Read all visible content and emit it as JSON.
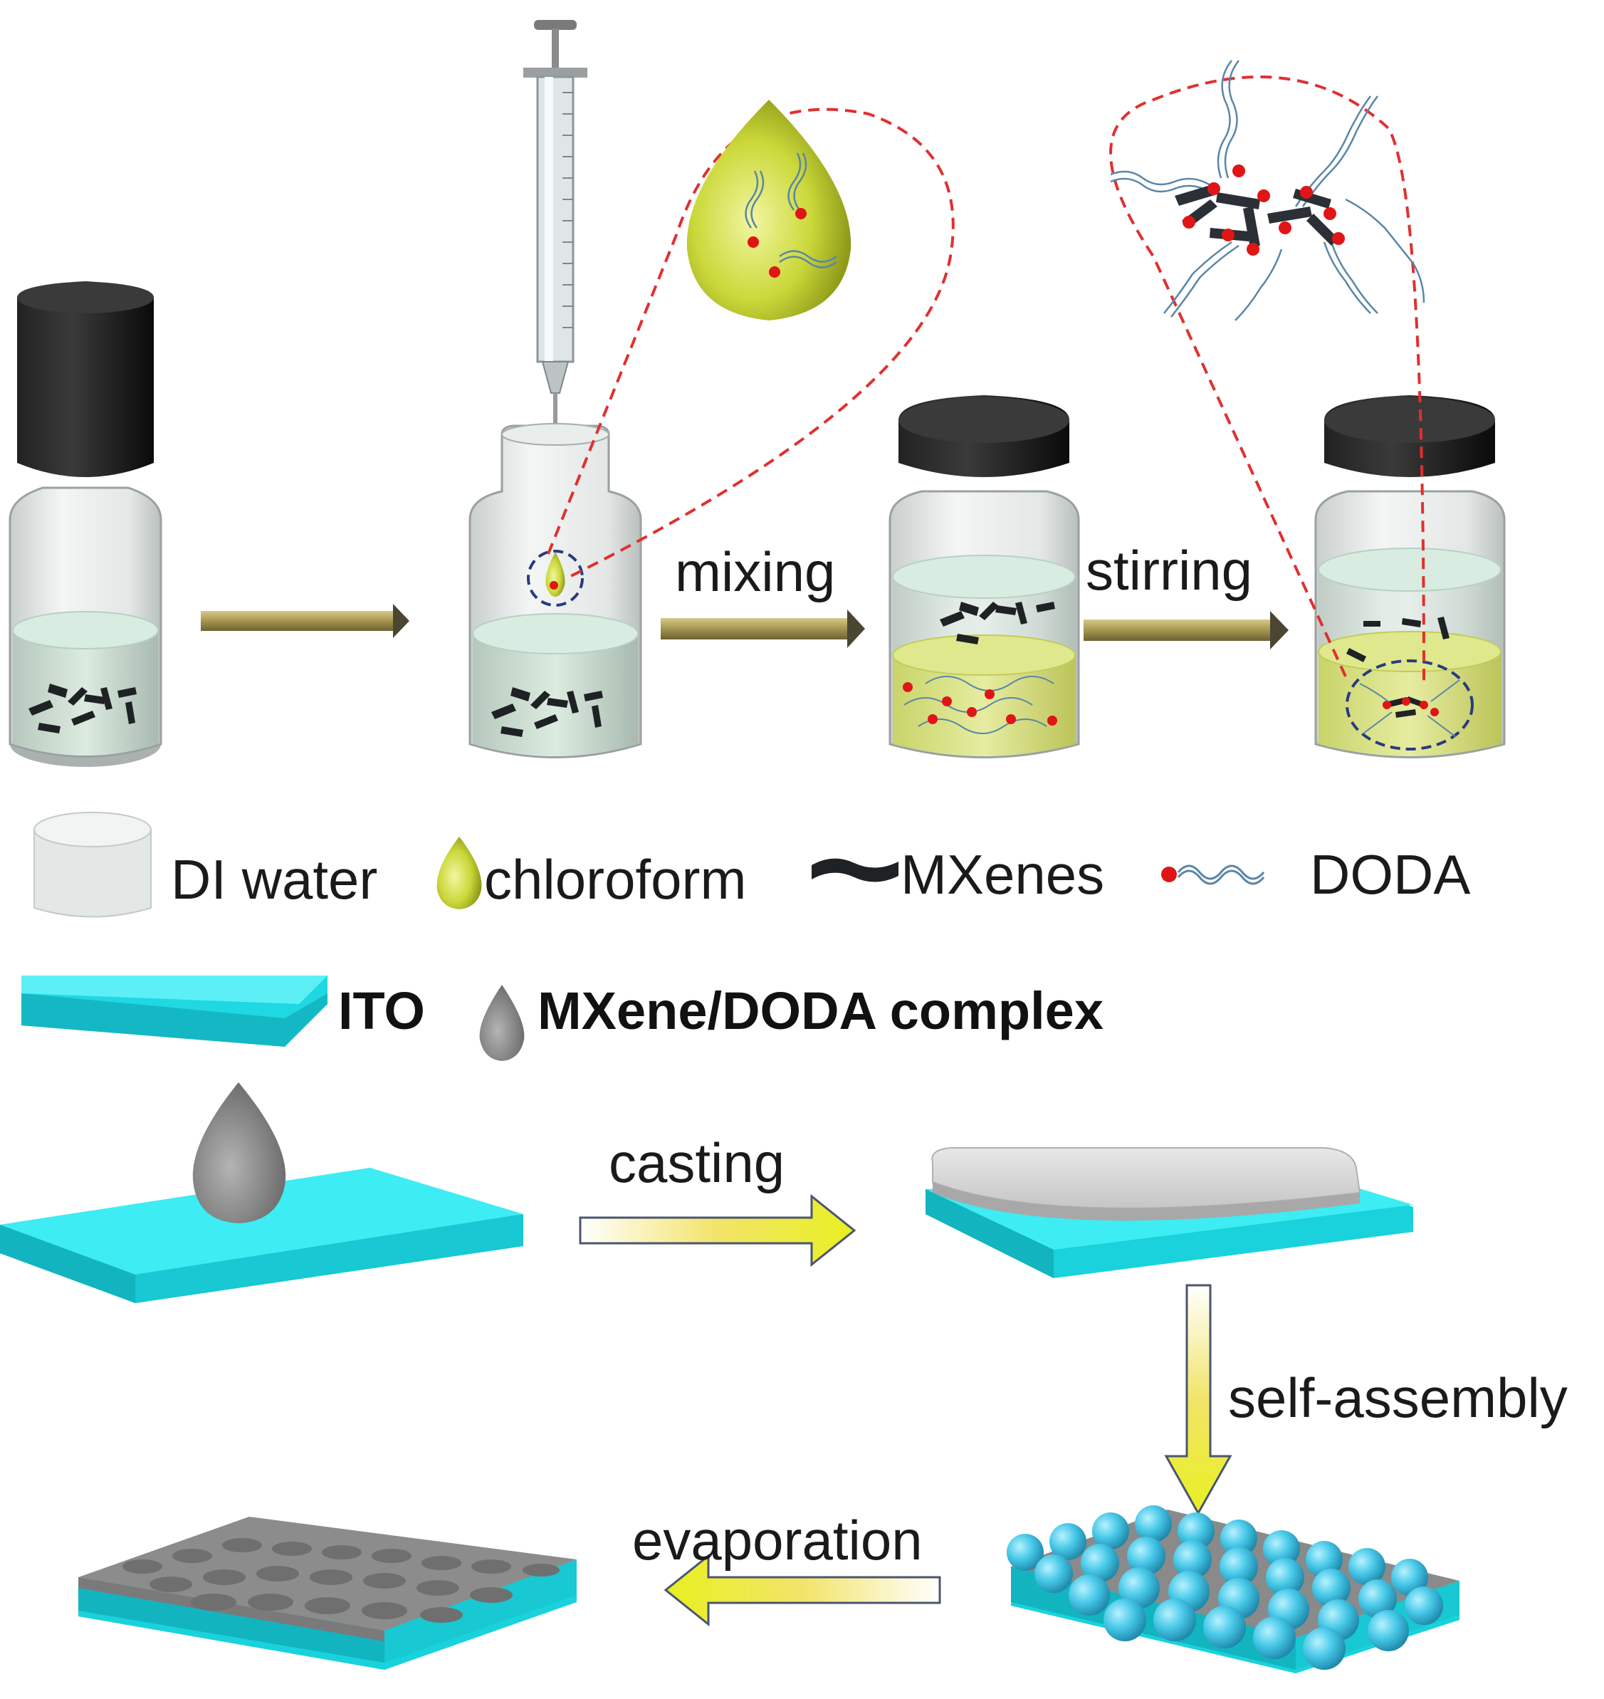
{
  "steps": {
    "mixing": "mixing",
    "stirring": "stirring",
    "casting": "casting",
    "self_assembly": "self-assembly",
    "evaporation": "evaporation"
  },
  "legend": {
    "di_water": "DI water",
    "chloroform": "chloroform",
    "mxenes": "MXenes",
    "doda": "DODA",
    "ito": "ITO",
    "complex": "MXene/DODA complex"
  },
  "colors": {
    "water": "#d6ecdf",
    "chloroform": "#c8d63a",
    "ito": "#22e3ec",
    "droplet": "#8a8a8a",
    "doda_head": "#e01515",
    "outline_dash": "#e03030",
    "arrow_gold": "#b0a050"
  }
}
